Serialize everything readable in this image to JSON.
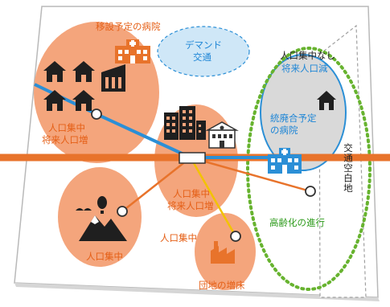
{
  "labels": {
    "relocated_hospital": "移設予定の病院",
    "demand_transport_1": "デマンド",
    "demand_transport_2": "交通",
    "no_concentration_1": "人口集中なし",
    "no_concentration_2": "将来人口減",
    "merged_hospital_1": "統廃合予定",
    "merged_hospital_2": "の病院",
    "concentration_increase_a_1": "人口集中",
    "concentration_increase_a_2": "将来人口増",
    "concentration_increase_b_1": "人口集中",
    "concentration_increase_b_2": "将来人口増",
    "concentration_c": "人口集中",
    "concentration_d": "人口集中",
    "aging": "高齢化の進行",
    "housing_estate": "団地の増床",
    "transport_gap": "交通空白地"
  },
  "icons": [
    "houses-icon",
    "hospital-icon",
    "office-buildings-icon",
    "school-icon",
    "mountain-balloon-icon",
    "factory-icon",
    "house-icon"
  ],
  "colors": {
    "orange_line": "#e8732b",
    "orange_fill": "#f4a57c",
    "blue_line": "#2b8fd6",
    "light_blue_fill": "#cfe7f7",
    "gray_fill": "#d9d9d9",
    "green_dotted": "#67b32f",
    "yellow_line": "#f2c300",
    "label_orange": "#e55f16",
    "label_blue": "#1f86d6",
    "label_green": "#2c9a1a"
  }
}
